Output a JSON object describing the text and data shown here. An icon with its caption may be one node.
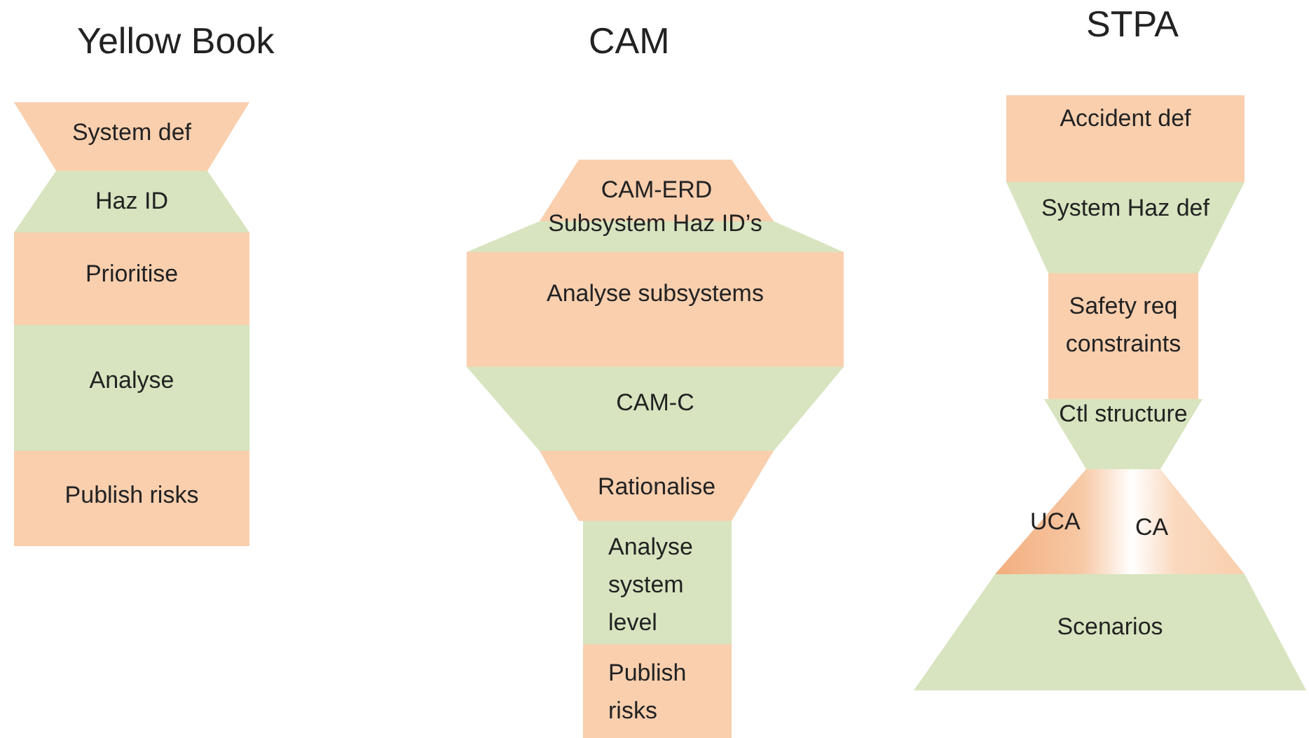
{
  "diagram": {
    "nodes": [
      {
        "text": [
          "System def"
        ]
      },
      {
        "text": [
          "Haz ID"
        ]
      },
      {
        "text": [
          "Prioritise"
        ]
      },
      {
        "text": [
          "Analyse"
        ]
      },
      {
        "text": [
          "Publish risks"
        ]
      },
      {
        "text": [
          "CAM-ERD"
        ]
      },
      {
        "text": [
          "Subsystem Haz ID’s"
        ]
      },
      {
        "text": [
          "Analyse subsystems"
        ]
      },
      {
        "text": [
          "CAM-C"
        ]
      },
      {
        "text": [
          "Rationalise"
        ]
      },
      {
        "text": [
          "Analyse system level"
        ]
      },
      {
        "text": [
          "Publish risks"
        ]
      },
      {
        "text": [
          "Accident def"
        ]
      },
      {
        "text": [
          "System Haz def"
        ]
      },
      {
        "text": [
          "Safety req constraints"
        ]
      },
      {
        "text": [
          "Ctl structure"
        ]
      },
      {
        "text": [
          "UCA",
          "CA"
        ]
      },
      {
        "text": [
          "Scenarios"
        ]
      }
    ],
    "edges": [],
    "labels": [
      "Yellow Book",
      "CAM",
      "STPA"
    ]
  }
}
